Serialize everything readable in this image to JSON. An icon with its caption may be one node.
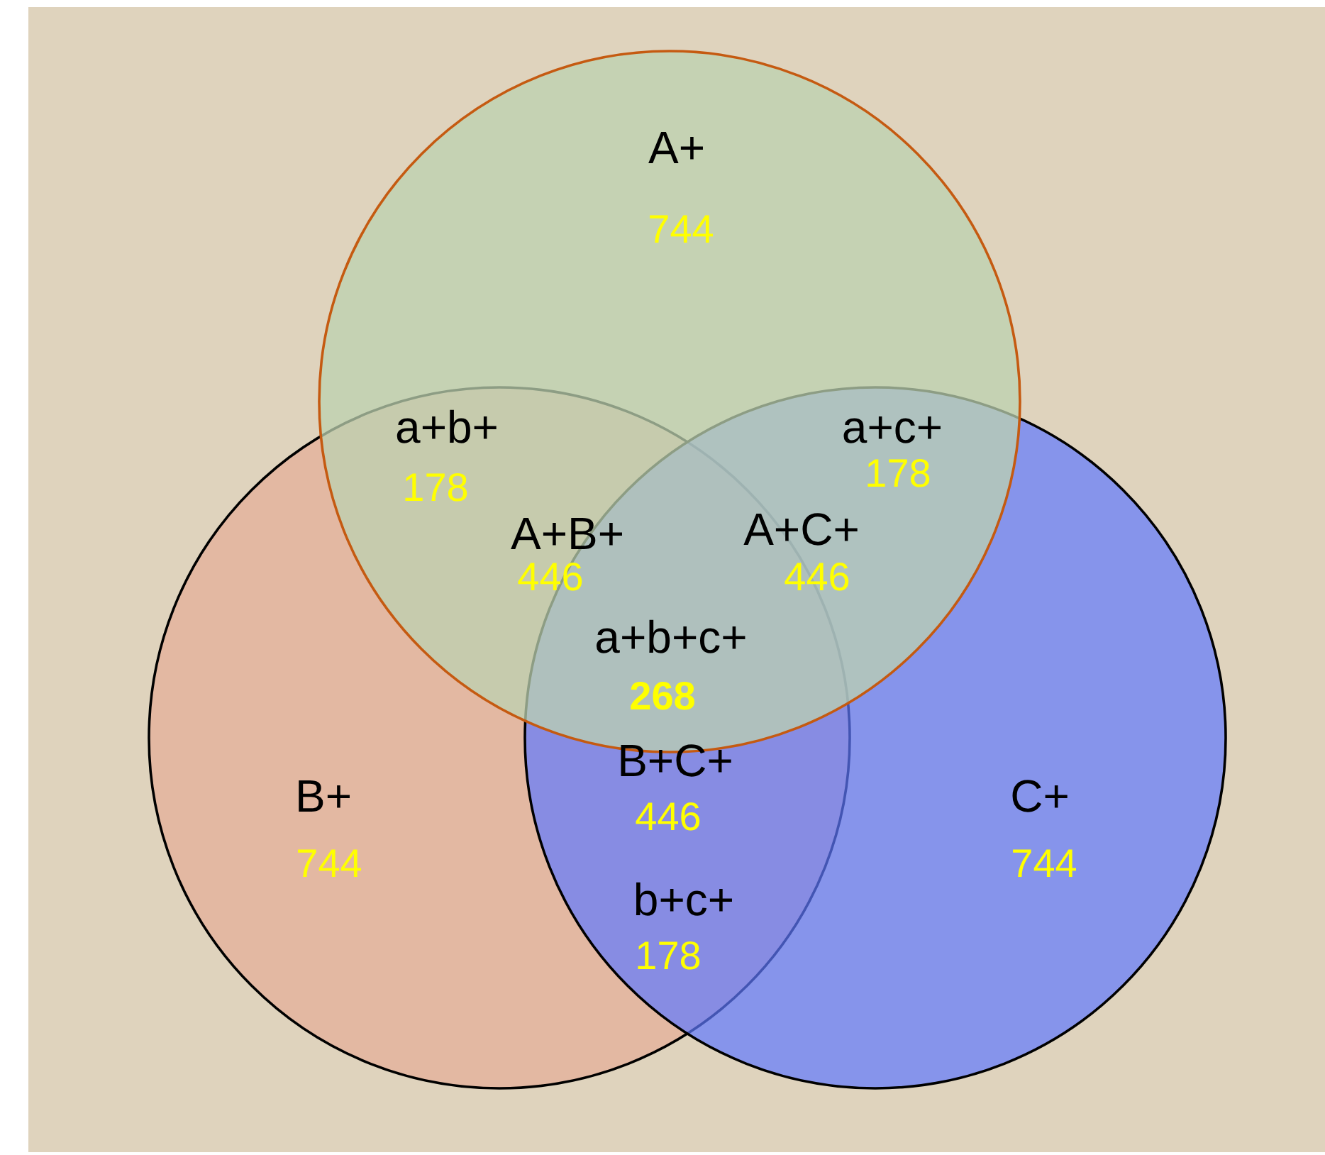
{
  "diagram": {
    "nodes": [
      {
        "text": [
          "A+",
          "744"
        ]
      },
      {
        "text": [
          "B+",
          "744"
        ]
      },
      {
        "text": [
          "C+",
          "744"
        ]
      }
    ],
    "labels": [
      "a+b+",
      "178",
      "a+c+",
      "178",
      "A+B+",
      "446",
      "A+C+",
      "446",
      "a+b+c+",
      "268",
      "B+C+",
      "446",
      "b+c+",
      "178"
    ]
  }
}
